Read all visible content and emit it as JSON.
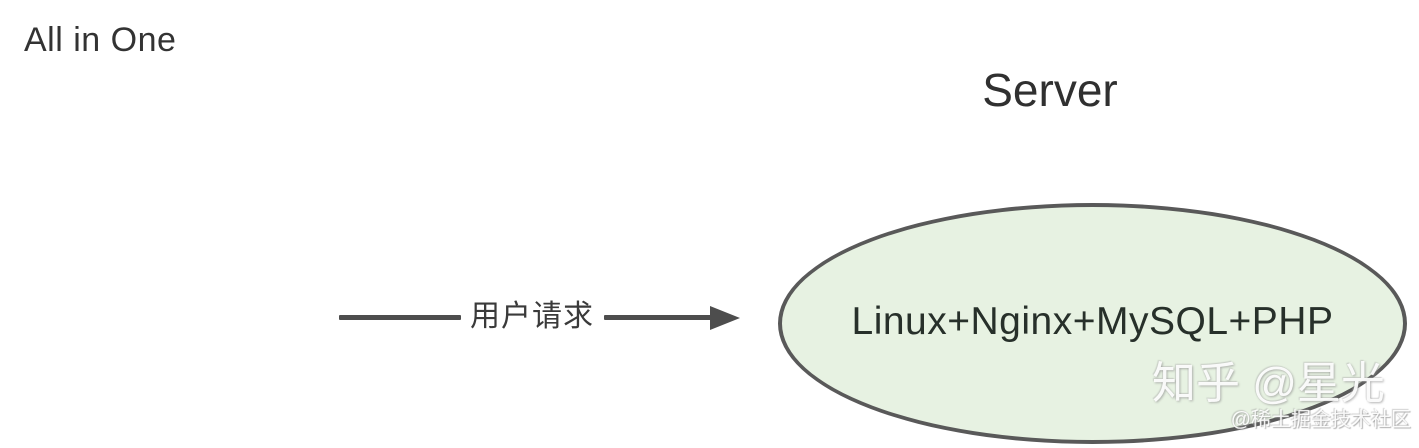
{
  "diagram": {
    "corner_label": "All in One",
    "server": {
      "title": "Server",
      "ellipse_text": "Linux+Nginx+MySQL+PHP"
    },
    "arrow": {
      "label": "用户请求",
      "direction": "right"
    },
    "watermarks": {
      "primary": "知乎 @星光",
      "secondary": "@稀土掘金技术社区"
    },
    "colors": {
      "background": "#ffffff",
      "text_dark": "#333333",
      "arrow": "#4d4d4d",
      "ellipse_fill": "#e7f2e2",
      "ellipse_border": "#595959",
      "ellipse_text": "#27302a",
      "watermark": "#ffffff"
    }
  }
}
